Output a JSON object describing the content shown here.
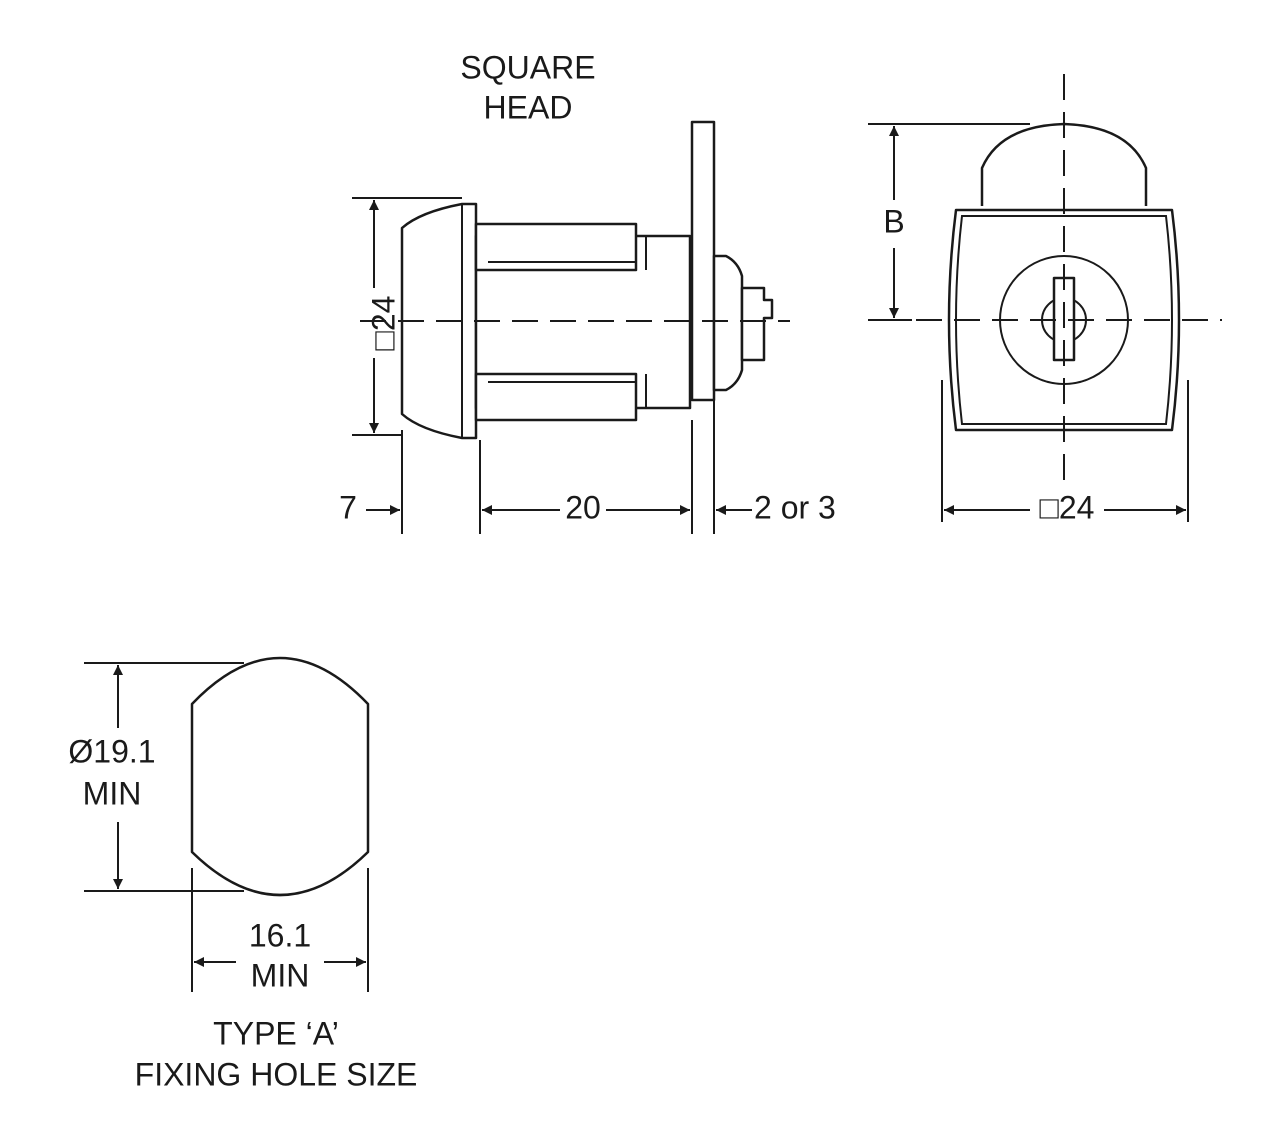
{
  "labels": {
    "square_head": [
      "SQUARE",
      "HEAD"
    ],
    "side_height": "□24",
    "dim_7": "7",
    "dim_20": "20",
    "dim_2_or_3": "2 or 3",
    "dim_b": "B",
    "front_width": "□24",
    "hole_diameter": [
      "Ø19.1",
      "MIN"
    ],
    "hole_width": [
      "16.1",
      "MIN"
    ],
    "hole_caption": [
      "TYPE ‘A’",
      "FIXING HOLE SIZE"
    ]
  },
  "colors": {
    "line": "#1a1a1a",
    "background": "#ffffff"
  }
}
